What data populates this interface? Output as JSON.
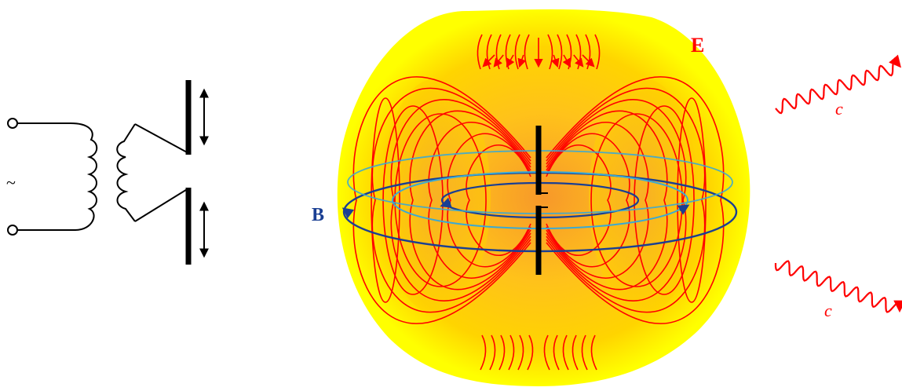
{
  "labels": {
    "electric_field": "E",
    "magnetic_field": "B",
    "wave_speed_upper": "c",
    "wave_speed_lower": "c",
    "ac_source": "~"
  },
  "colors": {
    "field_sphere_outer": "#ffff00",
    "field_sphere_inner": "#ffd200",
    "field_glow_center": "#f79a2a",
    "electric_field_lines": "#ff0000",
    "magnetic_field_outer": "#1a3f93",
    "magnetic_field_inner": "#3aa9d4",
    "label_E": "#ff0000",
    "label_B": "#1a3f93",
    "circuit": "#000000",
    "radiated_wave": "#ff0000"
  }
}
